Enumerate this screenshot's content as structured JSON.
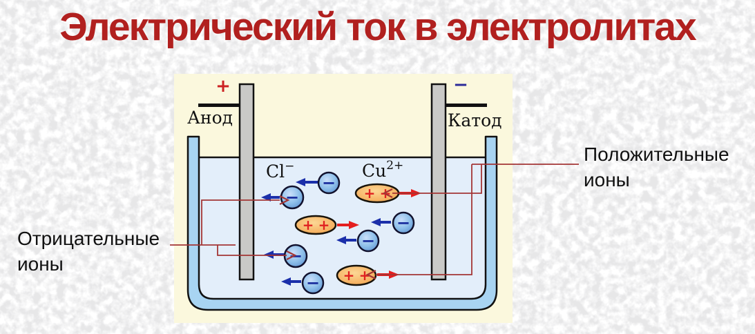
{
  "title": "Электрический ток в электролитах",
  "electrodes": {
    "anode": {
      "label": "Анод",
      "sign": "+"
    },
    "cathode": {
      "label": "Катод",
      "sign": "−"
    }
  },
  "species": {
    "chloride": {
      "symbol": "Cl",
      "charge": "−"
    },
    "copper": {
      "symbol": "Cu",
      "charge": "2+"
    }
  },
  "ion_symbols": {
    "minus": "−",
    "plus": "+"
  },
  "callouts": {
    "negative": {
      "line1": "Отрицательные",
      "line2": "ионы"
    },
    "positive": {
      "line1": "Положительные",
      "line2": "ионы"
    }
  },
  "counts": {
    "negative_ions": 6,
    "positive_ions": 3
  },
  "colors": {
    "title_text": "#b1201f",
    "callout_line": "#a33535",
    "positive_arrow": "#e41e1e",
    "negative_arrow": "#1b2faa",
    "electrode": "#c9c9c7",
    "beaker_wall": "#a8d4f2",
    "liquid": "#e3eefa",
    "panel": "#fbf8dd",
    "negative_ion": "#8fc0ea",
    "positive_ion": "#f6b567"
  }
}
